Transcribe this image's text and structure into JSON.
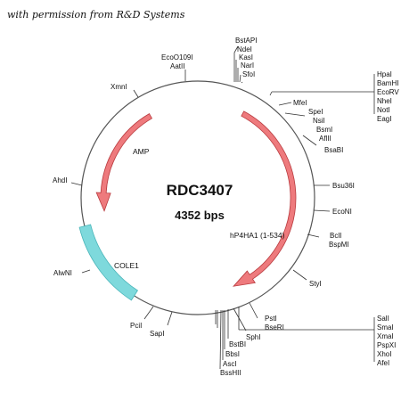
{
  "credit": "with permission from R&D Systems",
  "plasmid": {
    "name": "RDC3407",
    "size": "4352 bps",
    "features": {
      "amp": "AMP",
      "insert": "hP4HA1 (1-534)",
      "ori": "COLE1"
    },
    "sites": {
      "group_top": [
        "BstAPI",
        "NdeI",
        "KasI",
        "NarI",
        "SfoI"
      ],
      "group_ecoo": [
        "EcoO109I",
        "AatII"
      ],
      "xmni": "XmnI",
      "group_mcs1": [
        "HpaI",
        "BamHI",
        "EcoRV",
        "NheI",
        "NotI",
        "EagI"
      ],
      "mfei": "MfeI",
      "group_spe": [
        "SpeI",
        "NsiI",
        "BsmI",
        "AflII"
      ],
      "bsabi": "BsaBI",
      "bsu36i": "Bsu36I",
      "econi": "EcoNI",
      "group_bcl": [
        "BclI",
        "BspMI"
      ],
      "styi": "StyI",
      "group_pst": [
        "PstI",
        "BseRI"
      ],
      "group_mcs2": [
        "SalI",
        "SmaI",
        "XmaI",
        "PspXI",
        "XhoI",
        "AfeI"
      ],
      "sphi": "SphI",
      "group_bstbi": [
        "BstBI",
        "BbsI",
        "AscI",
        "BssHII"
      ],
      "sapi": "SapI",
      "pcii": "PciI",
      "alwni": "AlwNI",
      "ahdi": "AhdI"
    }
  }
}
